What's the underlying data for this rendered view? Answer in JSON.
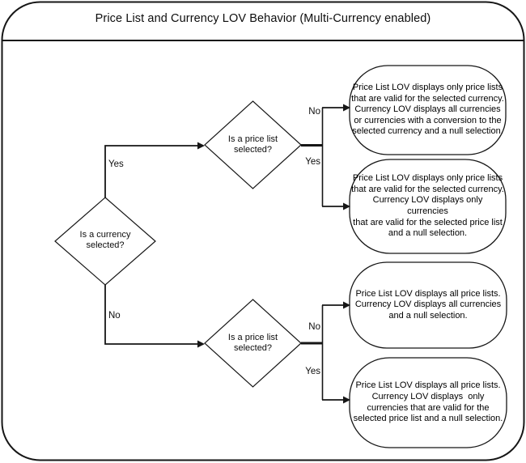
{
  "header": {
    "title": "Price List and Currency LOV Behavior (Multi-Currency enabled)"
  },
  "decisions": {
    "currency": {
      "label": "Is a currency selected?"
    },
    "price_list_top": {
      "label": "Is a price list selected?"
    },
    "price_list_bottom": {
      "label": "Is a price list selected?"
    }
  },
  "branches": {
    "currency_yes": "Yes",
    "currency_no": "No",
    "top_no": "No",
    "top_yes": "Yes",
    "bottom_no": "No",
    "bottom_yes": "Yes"
  },
  "outcomes": [
    {
      "lines": [
        "Price List LOV displays only price lists",
        "that are valid for the selected currency.",
        "Currency LOV displays all currencies",
        "or currencies with a conversion to the",
        "selected currency and a null selection."
      ]
    },
    {
      "lines": [
        "Price List LOV displays only price lists",
        "that are valid for the selected currency.",
        "Currency LOV displays only currencies",
        "that are valid for the selected price list",
        "and a null selection."
      ]
    },
    {
      "lines": [
        "Price List LOV displays all price lists.",
        "Currency LOV displays all currencies",
        "and a null selection."
      ]
    },
    {
      "lines": [
        "Price List LOV displays all price lists.",
        "Currency LOV displays  only",
        "currencies that are valid for the",
        "selected price list and a null selection."
      ]
    }
  ],
  "colors": {
    "line": "#161616",
    "text": "#000000",
    "background": "#ffffff"
  }
}
